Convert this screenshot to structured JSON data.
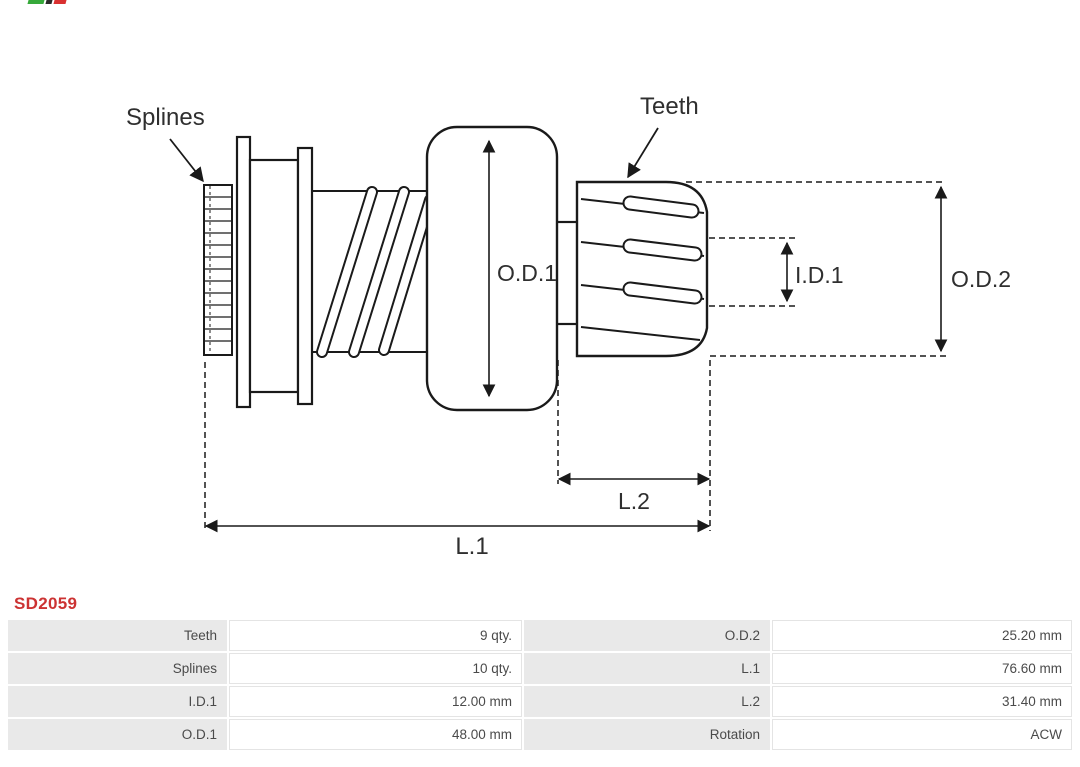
{
  "brand": {
    "colors": {
      "green": "#36a93a",
      "red": "#d93030",
      "dark": "#2a2a2a"
    }
  },
  "diagram": {
    "labels": {
      "splines": "Splines",
      "teeth": "Teeth",
      "od1": "O.D.1",
      "id1": "I.D.1",
      "od2": "O.D.2",
      "l1": "L.1",
      "l2": "L.2"
    }
  },
  "part": {
    "number": "SD2059"
  },
  "colors": {
    "part_number_red": "#cc3333",
    "table_label_bg": "#e9e9e9",
    "table_value_border": "#e4e4e4",
    "line_color": "#1a1a1a"
  },
  "table": {
    "rows": [
      {
        "label1": "Teeth",
        "value1": "9 qty.",
        "label2": "O.D.2",
        "value2": "25.20 mm"
      },
      {
        "label1": "Splines",
        "value1": "10 qty.",
        "label2": "L.1",
        "value2": "76.60 mm"
      },
      {
        "label1": "I.D.1",
        "value1": "12.00 mm",
        "label2": "L.2",
        "value2": "31.40 mm"
      },
      {
        "label1": "O.D.1",
        "value1": "48.00 mm",
        "label2": "Rotation",
        "value2": "ACW"
      }
    ]
  }
}
